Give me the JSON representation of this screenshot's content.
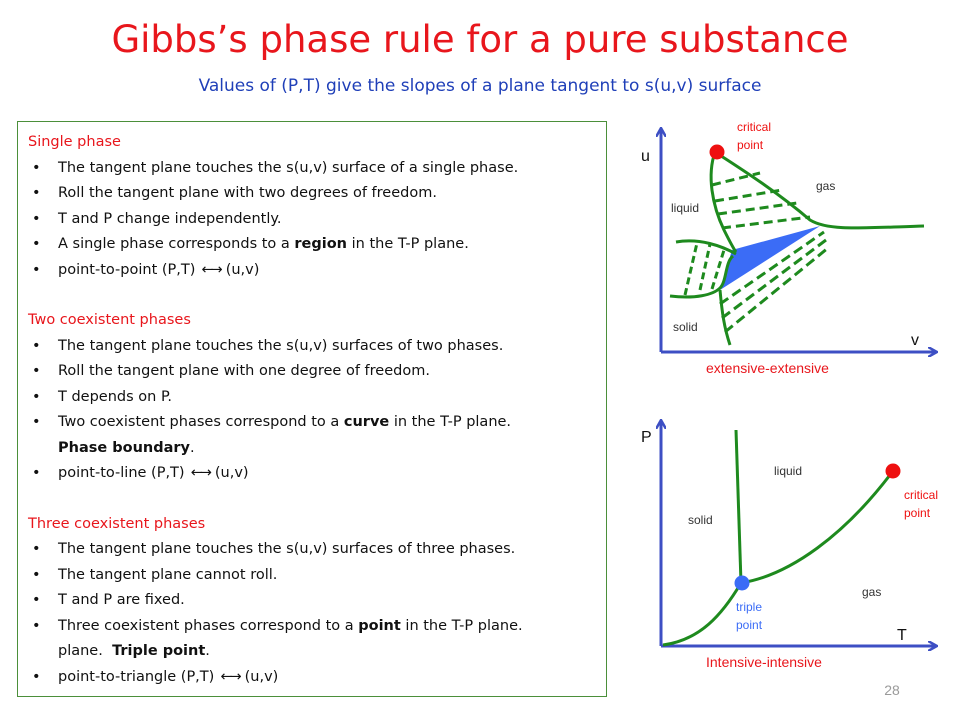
{
  "title": "Gibbs’s phase rule for a pure substance",
  "subtitle": "Values of (P,T) give the slopes of a plane tangent to s(u,v) surface",
  "box": {
    "single": {
      "heading": "Single phase",
      "b1": "The tangent plane touches the s(u,v) surface of a single phase.",
      "b2": "Roll the tangent plane with two degrees of freedom.",
      "b3": "T and P change independently.",
      "b4_pre": "A single phase corresponds to a ",
      "b4_bold": "region",
      "b4_post": " in the T-P plane.",
      "b5_pre": "point-to-point (P,T)",
      "b5_arrow": "←→",
      "b5_post": "(u,v)"
    },
    "two": {
      "heading": "Two coexistent phases",
      "b1": "The tangent plane touches the s(u,v) surfaces of two phases.",
      "b2": "Roll the tangent plane with one degree of freedom.",
      "b3": "T depends on P.",
      "b4_pre": "Two coexistent phases correspond to a ",
      "b4_bold": "curve",
      "b4_post": " in the T-P plane.",
      "b4_bold2": "Phase boundary",
      "b4_end": ".",
      "b5_pre": "point-to-line (P,T)",
      "b5_arrow": "←→",
      "b5_post": "(u,v)"
    },
    "three": {
      "heading": "Three coexistent phases",
      "b1": "The tangent plane touches the s(u,v) surfaces of three phases.",
      "b2": "The tangent plane cannot roll.",
      "b3": "T and P are fixed.",
      "b4_pre": "Three coexistent phases correspond to a ",
      "b4_bold": "point",
      "b4_post": " in the T-P plane.",
      "b4_bold2": "Triple point",
      "b4_end": ".",
      "b5_pre": "point-to-triangle (P,T)",
      "b5_arrow": "←→",
      "b5_post": "(u,v)"
    }
  },
  "diagram_uv": {
    "y_axis": "u",
    "x_axis": "v",
    "critical_point": "critical point",
    "critical_line1": "critical",
    "critical_line2": "point",
    "gas": "gas",
    "liquid": "liquid",
    "solid": "solid",
    "caption": "extensive-extensive"
  },
  "diagram_pt": {
    "y_axis": "P",
    "x_axis": "T",
    "liquid": "liquid",
    "solid": "solid",
    "gas": "gas",
    "critical_line1": "critical",
    "critical_line2": "point",
    "triple_line1": "triple",
    "triple_line2": "point",
    "caption": "Intensive-intensive"
  },
  "page_number": "28",
  "colors": {
    "title": "#e8161c",
    "subtitle": "#1f3fb8",
    "curve": "#1e8a1e",
    "axis": "#3d4fc4",
    "triangle": "#3b6cf6",
    "critical_dot": "#ee1010",
    "triple_dot": "#3b6cf6"
  }
}
